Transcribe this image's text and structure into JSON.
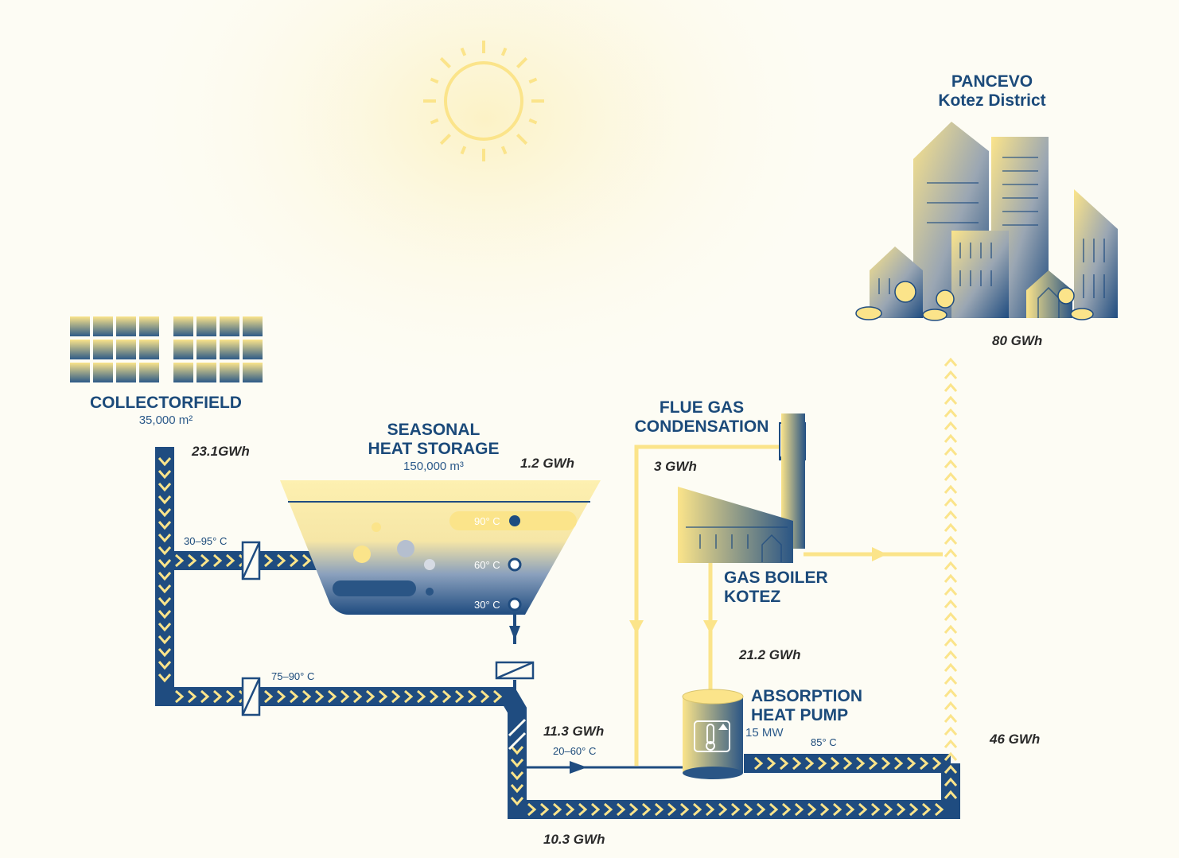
{
  "district": {
    "line1": "PANCEVO",
    "line2": "Kotez District"
  },
  "collector": {
    "title": "COLLECTORFIELD",
    "area": "35,000 m²"
  },
  "storage": {
    "line1": "SEASONAL",
    "line2": "HEAT STORAGE",
    "volume": "150,000 m³"
  },
  "flue_gas": {
    "line1": "FLUE GAS",
    "line2": "CONDENSATION"
  },
  "boiler": {
    "line1": "GAS BOILER",
    "line2": "KOTEZ"
  },
  "heat_pump": {
    "line1": "ABSORPTION",
    "line2": "HEAT PUMP",
    "power": "15 MW"
  },
  "energy": {
    "district": "80 GWh",
    "collector": "23.1GWh",
    "storage": "1.2 GWh",
    "flue_gas": "3 GWh",
    "boiler": "21.2 GWh",
    "hp_in": "11.3 GWh",
    "bottom": "10.3 GWh",
    "riser": "46 GWh"
  },
  "temperatures": {
    "collector_to_storage": "30–95° C",
    "collector_to_network": "75–90° C",
    "hp_input": "20–60° C",
    "hp_output": "85° C",
    "layer_top": "90° C",
    "layer_mid": "60° C",
    "layer_bottom": "30° C"
  },
  "colors": {
    "navy": "#1b4a7a",
    "yellow": "#fbe48a",
    "background": "#fdfcf4"
  }
}
